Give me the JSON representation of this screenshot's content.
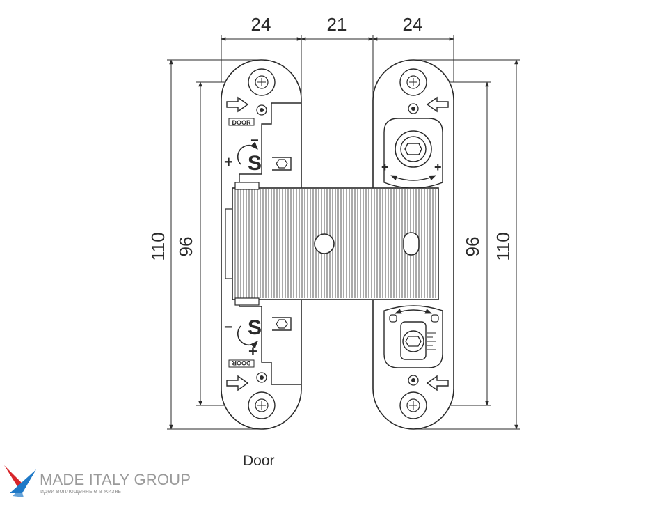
{
  "dimensions": {
    "top": [
      "24",
      "21",
      "24"
    ],
    "left_outer": "110",
    "left_inner": "96",
    "right_inner": "96",
    "right_outer": "110"
  },
  "plate_labels": {
    "door_top": "DOOR",
    "door_bottom": "DOOR",
    "s_top": "S",
    "s_bottom": "S",
    "plus": "+",
    "minus": "−"
  },
  "caption": "Door",
  "brand": {
    "name": "MADE ITALY GROUP",
    "tagline": "идеи воплощенные в жизнь"
  },
  "colors": {
    "line": "#2a2a2a",
    "brand_gray": "#9a9a9a",
    "logo_red": "#d8262b",
    "logo_blue": "#1f79c7"
  }
}
